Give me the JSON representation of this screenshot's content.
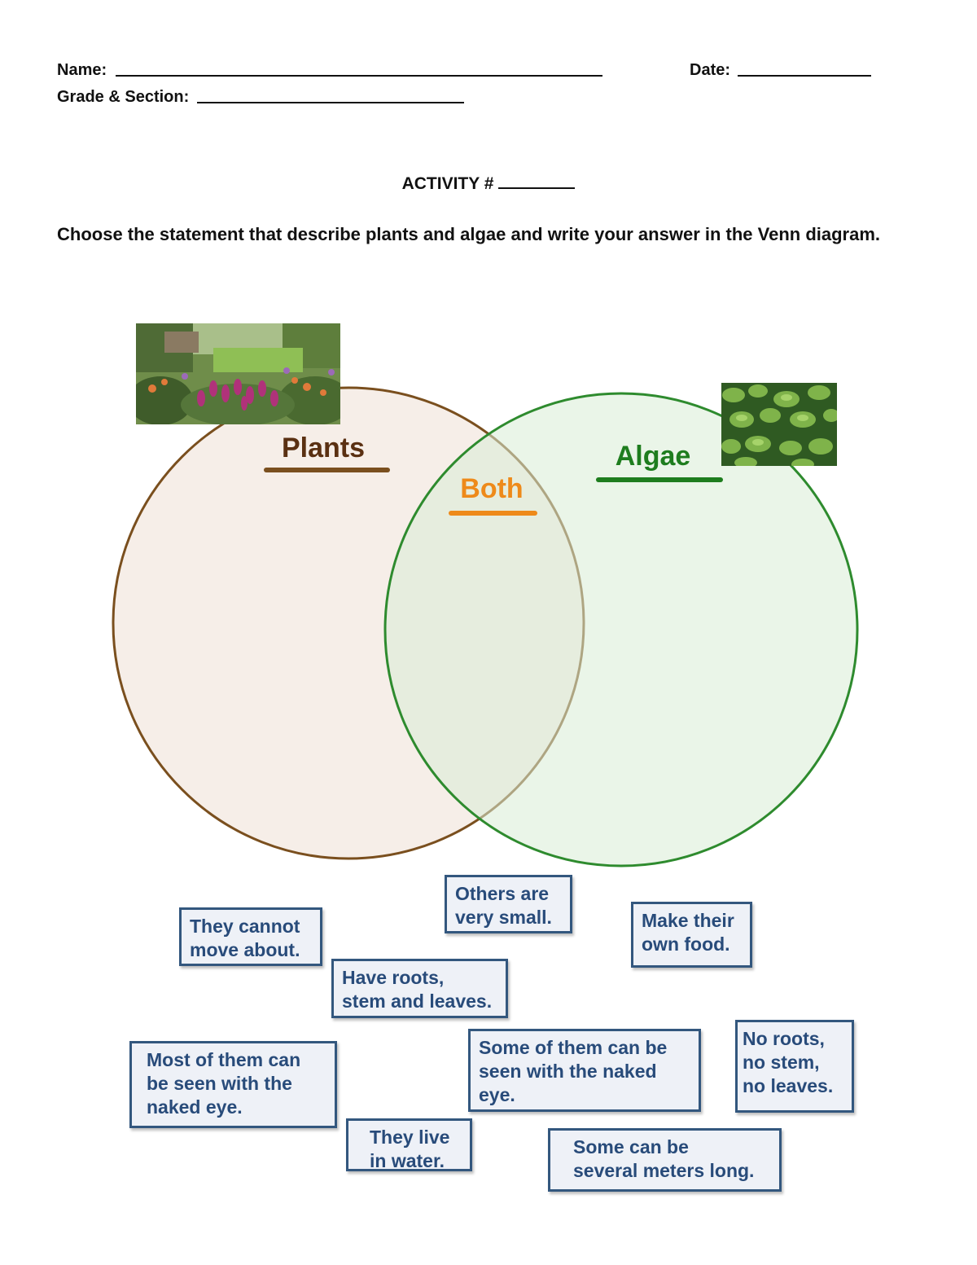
{
  "header": {
    "name_label": "Name:",
    "date_label": "Date:",
    "grade_label": "Grade & Section:"
  },
  "activity_title": "ACTIVITY #",
  "instructions": "Choose the statement that describe plants and algae and write your answer in the Venn diagram.",
  "venn": {
    "left_label": "Plants",
    "middle_label": "Both",
    "right_label": "Algae",
    "colors": {
      "left_stroke": "#7a4f1e",
      "left_fill": "#f0e2d8",
      "right_stroke": "#2e8b2e",
      "right_fill": "#d8ecd6",
      "middle_label": "#ee8a1a",
      "left_label": "#5a3012",
      "right_label": "#1e7d1e"
    }
  },
  "images": {
    "left": "garden-photo",
    "right": "algae-photo"
  },
  "statements": [
    "They cannot\nmove about.",
    "Others are\nvery small.",
    "Make their\nown food.",
    "Have roots,\nstem and leaves.",
    "Most of them can\n be seen with the\nnaked eye.",
    "Some of them can be\nseen with the naked\neye.",
    "No roots,\nno stem,\nno leaves.",
    "They live\nin water.",
    "Some can be\nseveral meters long."
  ]
}
